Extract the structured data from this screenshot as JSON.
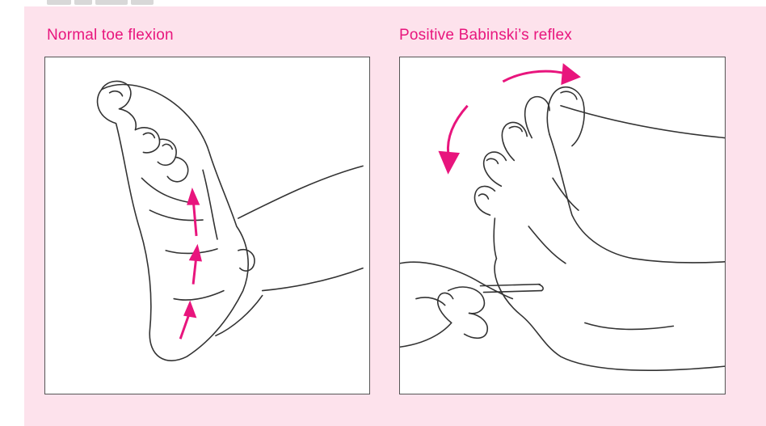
{
  "figure": {
    "left_caption": "Normal toe flexion",
    "right_caption": "Positive Babinski’s reflex"
  },
  "colors": {
    "background_pink": "#fde2ec",
    "caption_magenta": "#e8157d",
    "arrow_magenta": "#e8157d",
    "line_art": "#333333",
    "frame": "#555555"
  },
  "icons": {
    "left_panel": [
      "foot-sole-illustration",
      "stroke-direction-arrow-icon"
    ],
    "right_panel": [
      "foot-illustration",
      "hand-holding-instrument-illustration",
      "toe-extension-arrow-icon",
      "toe-fanning-arrow-icon"
    ]
  }
}
